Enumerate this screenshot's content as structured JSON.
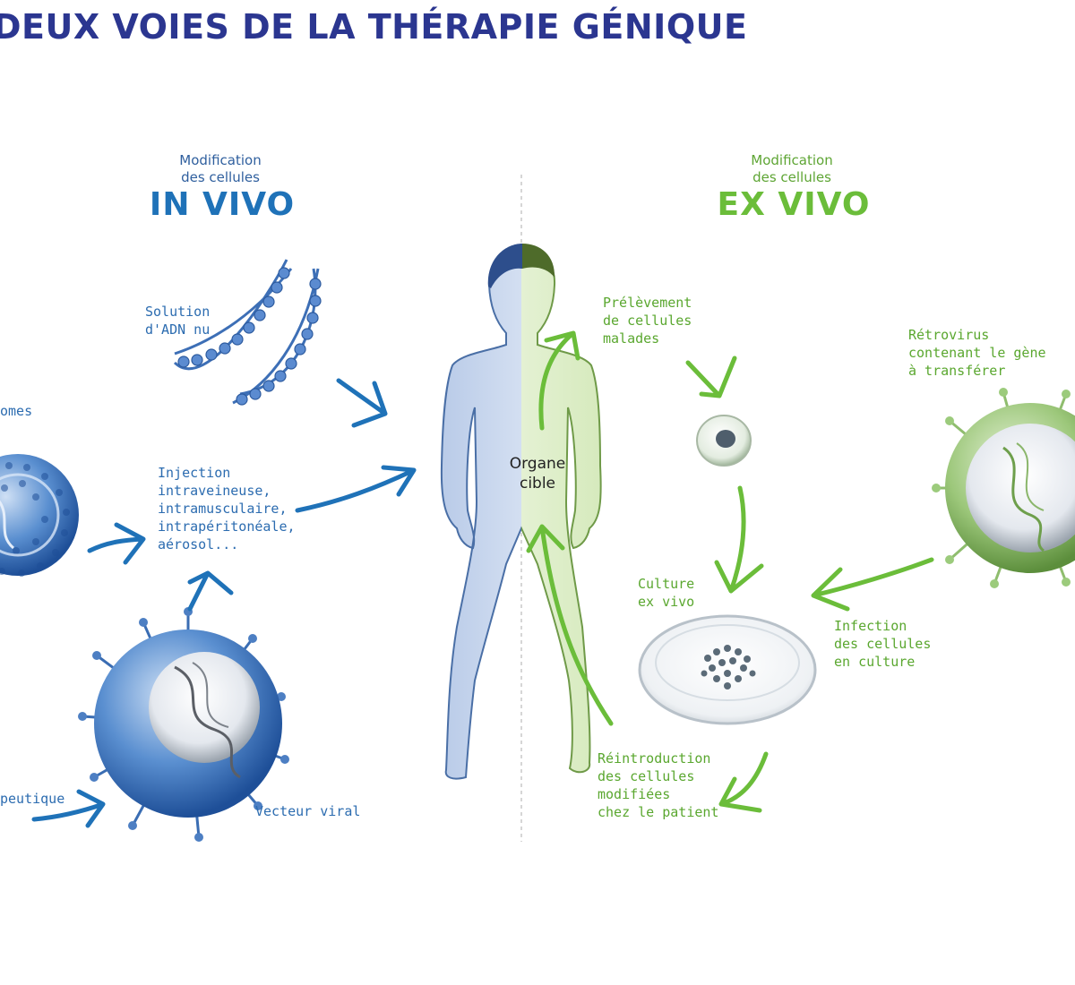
{
  "title": "DEUX VOIES DE LA THÉRAPIE GÉNIQUE",
  "in_vivo": {
    "subtitle_line1": "Modification",
    "subtitle_line2": "des cellules",
    "heading": "IN VIVO",
    "labels": {
      "naked_dna": "Solution\nd'ADN nu",
      "liposomes": "omes",
      "injection": "Injection\nintraveineuse,\nintramusculaire,\nintrapéritonéale,\naérosol...",
      "therapeutic": "peutique",
      "viral_vector": "Vecteur viral"
    }
  },
  "ex_vivo": {
    "subtitle_line1": "Modification",
    "subtitle_line2": "des cellules",
    "heading": "EX VIVO",
    "labels": {
      "sampling": "Prélèvement\nde cellules\nmalades",
      "retrovirus": "Rétrovirus\ncontenant le gène\nà transférer",
      "culture": "Culture\nex vivo",
      "infection": "Infection\ndes cellules\nen culture",
      "reintroduction": "Réintroduction\ndes cellules\nmodifiées\nchez le patient"
    }
  },
  "target_organ": "Organe\ncible",
  "colors": {
    "title": "#2b3690",
    "in_vivo": "#1f72b8",
    "ex_vivo": "#6bbd3a"
  }
}
